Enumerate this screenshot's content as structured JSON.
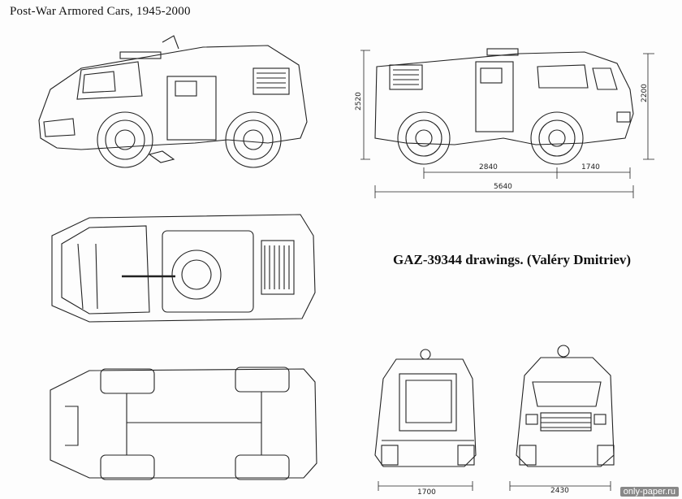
{
  "header": {
    "title": "Post-War Armored Cars,  1945-2000"
  },
  "caption": {
    "text": "GAZ-39344 drawings. (Valéry Dmitriev)"
  },
  "dimensions": {
    "height_total": "2520",
    "height_body": "2200",
    "wheelbase": "2840",
    "rear_overhang": "1740",
    "length": "5640",
    "track_rear": "1700",
    "width_front": "2430"
  },
  "watermark": {
    "text": "only-paper.ru"
  }
}
